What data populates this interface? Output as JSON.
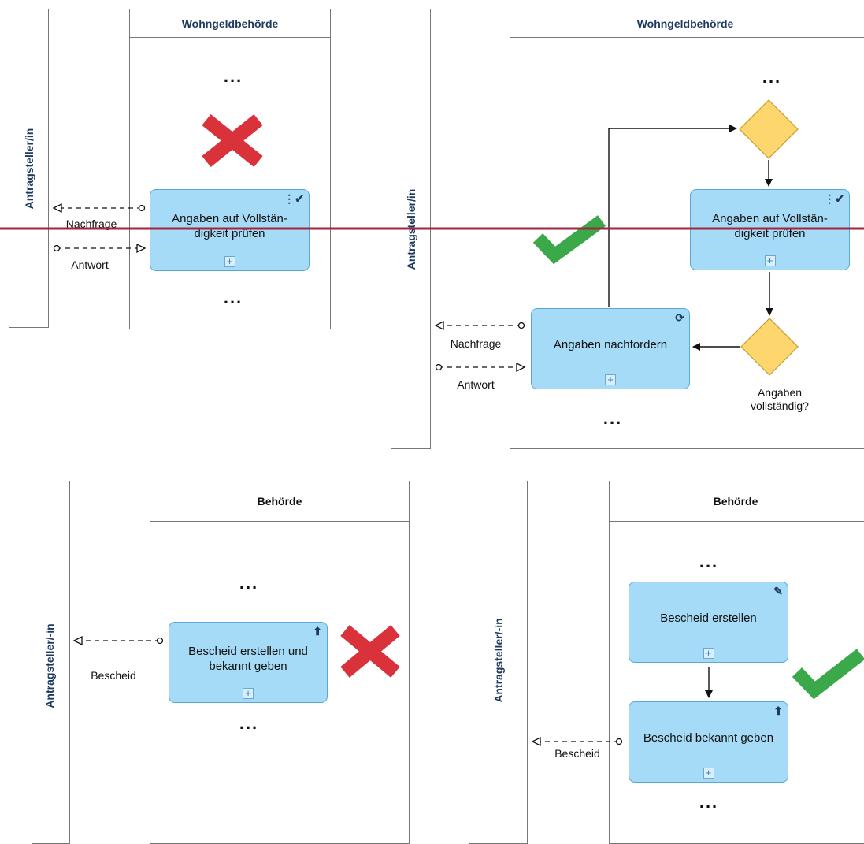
{
  "panel_tl": {
    "lane_label": "Antragsteller/in",
    "pool_title": "Wohngeldbehörde",
    "top_dots": "...",
    "task": "Angaben auf Vollstän-digkeit prüfen",
    "bottom_dots": "...",
    "msg_out": "Nachfrage",
    "msg_in": "Antwort",
    "verdict": "wrong"
  },
  "panel_tr": {
    "lane_label": "Antragsteller/in",
    "pool_title": "Wohngeldbehörde",
    "top_dots": "...",
    "task_check": "Angaben auf Vollstän-digkeit prüfen",
    "task_request": "Angaben nachfordern",
    "gateway_label": "Angaben vollständig?",
    "bottom_dots": "...",
    "msg_out": "Nachfrage",
    "msg_in": "Antwort",
    "verdict": "correct"
  },
  "panel_bl": {
    "lane_label": "Antragsteller/-in",
    "pool_title": "Behörde",
    "top_dots": "...",
    "task": "Bescheid erstellen und bekannt geben",
    "bottom_dots": "...",
    "msg": "Bescheid",
    "verdict": "wrong"
  },
  "panel_br": {
    "lane_label": "Antragsteller/-in",
    "pool_title": "Behörde",
    "top_dots": "...",
    "task_create": "Bescheid erstellen",
    "task_send": "Bescheid bekannt geben",
    "bottom_dots": "...",
    "msg": "Bescheid",
    "verdict": "correct"
  },
  "colors": {
    "task_fill": "#a6dbf7",
    "task_border": "#5aa7d6",
    "gateway": "#fdd66e",
    "wrong": "#d9323a",
    "correct": "#3ba94a",
    "divider": "#a3263f"
  },
  "icons": {
    "business_rule": "checklist-icon",
    "loop": "loop-icon",
    "send": "upload-icon",
    "user_task": "pencil-icon"
  }
}
